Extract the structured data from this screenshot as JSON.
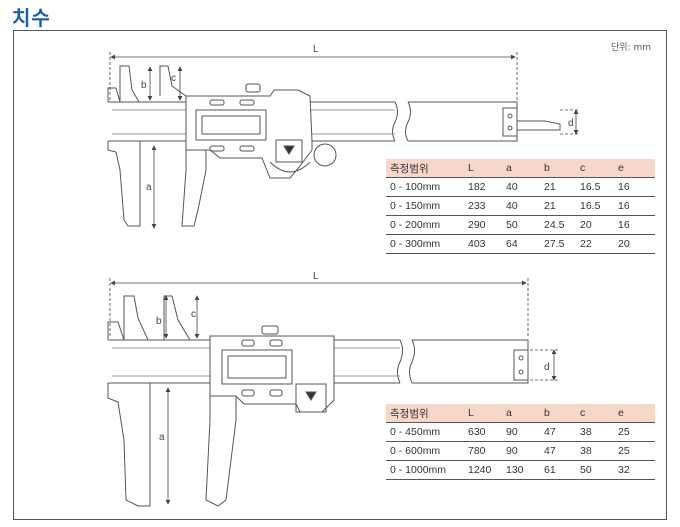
{
  "title": "치수",
  "unit_note": "단위: mm",
  "dimension_labels": {
    "L": "L",
    "a": "a",
    "b": "b",
    "c": "c",
    "d": "d"
  },
  "table_headers": [
    "측정범위",
    "L",
    "a",
    "b",
    "c",
    "e"
  ],
  "table1": [
    [
      "0 - 100mm",
      "182",
      "40",
      "21",
      "16.5",
      "16"
    ],
    [
      "0 - 150mm",
      "233",
      "40",
      "21",
      "16.5",
      "16"
    ],
    [
      "0 - 200mm",
      "290",
      "50",
      "24.5",
      "20",
      "16"
    ],
    [
      "0 - 300mm",
      "403",
      "64",
      "27.5",
      "22",
      "20"
    ]
  ],
  "table2": [
    [
      "0 - 450mm",
      "630",
      "90",
      "47",
      "38",
      "25"
    ],
    [
      "0 - 600mm",
      "780",
      "90",
      "47",
      "38",
      "25"
    ],
    [
      "0 - 1000mm",
      "1240",
      "130",
      "61",
      "50",
      "32"
    ]
  ],
  "colors": {
    "title": "#1a5ea8",
    "table_header": "#f7d7c9",
    "line": "#555555"
  }
}
